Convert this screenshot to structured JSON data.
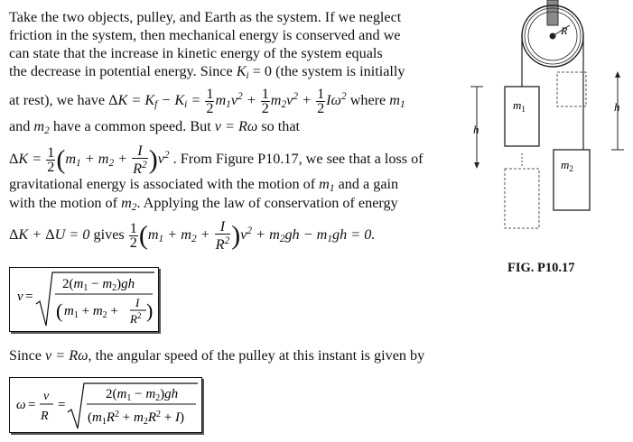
{
  "text": {
    "line1": "Take the two objects, pulley, and Earth as the system. If we neglect",
    "line2": "friction in the system, then mechanical energy is conserved and we",
    "line3": "can state that the increase in kinetic energy of the system equals",
    "line4a": "the decrease in potential energy. Since",
    "line4b": "(the system is initially",
    "line5a": "at rest), we have",
    "line5b": "where",
    "line6a": "and",
    "line6b": "have a common speed. But",
    "line6c": "so that",
    "line7": ". From Figure P10.17, we see that a loss of",
    "line8a": "gravitational energy is associated with the motion of",
    "line8b": "and a gain",
    "line9a": "with the motion of",
    "line9b": ". Applying the law of conservation of energy",
    "line10a": "gives",
    "since_line": "Since",
    "since_tail": ", the angular speed of the pulley at this instant is given by"
  },
  "figure": {
    "caption": "FIG. P10.17",
    "label_R": "R",
    "label_h_left": "h",
    "label_h_right": "h",
    "label_m1": "m",
    "label_m1_sub": "1",
    "label_m2": "m",
    "label_m2_sub": "2"
  }
}
